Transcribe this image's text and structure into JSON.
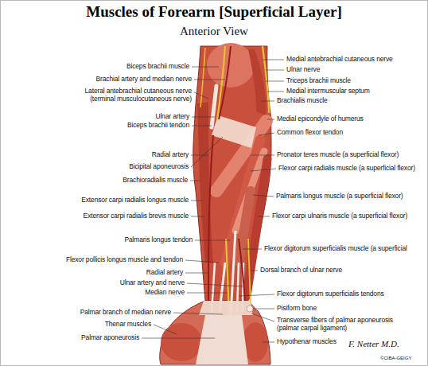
{
  "diagram": {
    "title": "Muscles of Forearm [Superficial Layer]",
    "labels": [
      "Anterior View",
      "Biceps brachii muscle",
      "Brachial artery and median nerve",
      "Lateral antebrachial cutaneous nerve (terminal musculocutaneous nerve)",
      "Ulnar artery",
      "Biceps brachii tendon",
      "Radial artery",
      "Bicipital aponeurosis",
      "Brachioradialis muscle",
      "Extensor carpi radialis longus muscle",
      "Extensor carpi radialis brevis muscle",
      "Palmaris longus tendon",
      "Flexor pollicis longus muscle and tendon",
      "Radial artery",
      "Ulnar artery and nerve",
      "Median nerve",
      "Palmar branch of median nerve",
      "Thenar muscles",
      "Palmar aponeurosis",
      "Medial antebrachial cutaneous nerve",
      "Ulnar nerve",
      "Triceps brachii muscle",
      "Medial intermuscular septum",
      "Brachialis muscle",
      "Medial epicondyle of humerus",
      "Common flexor tendon",
      "Pronator teres muscle (a superficial flexor)",
      "Flexor carpi radialis muscle (a superficial flexor)",
      "Palmaris longus muscle (a superficial flexor)",
      "Flexor carpi ulnaris muscle (a superficial flexor)",
      "Flexor digitorum superficialis muscle (a superficial",
      "Dorsal branch of ulnar nerve",
      "Flexor digitorum superficialis tendons",
      "Pisiform bone",
      "Transverse fibers of palmar aponeurosis (palmar carpal ligament)",
      "Hypothenar muscles",
      "©CIBA-GEIGY",
      "F. Netter M.D."
    ]
  }
}
